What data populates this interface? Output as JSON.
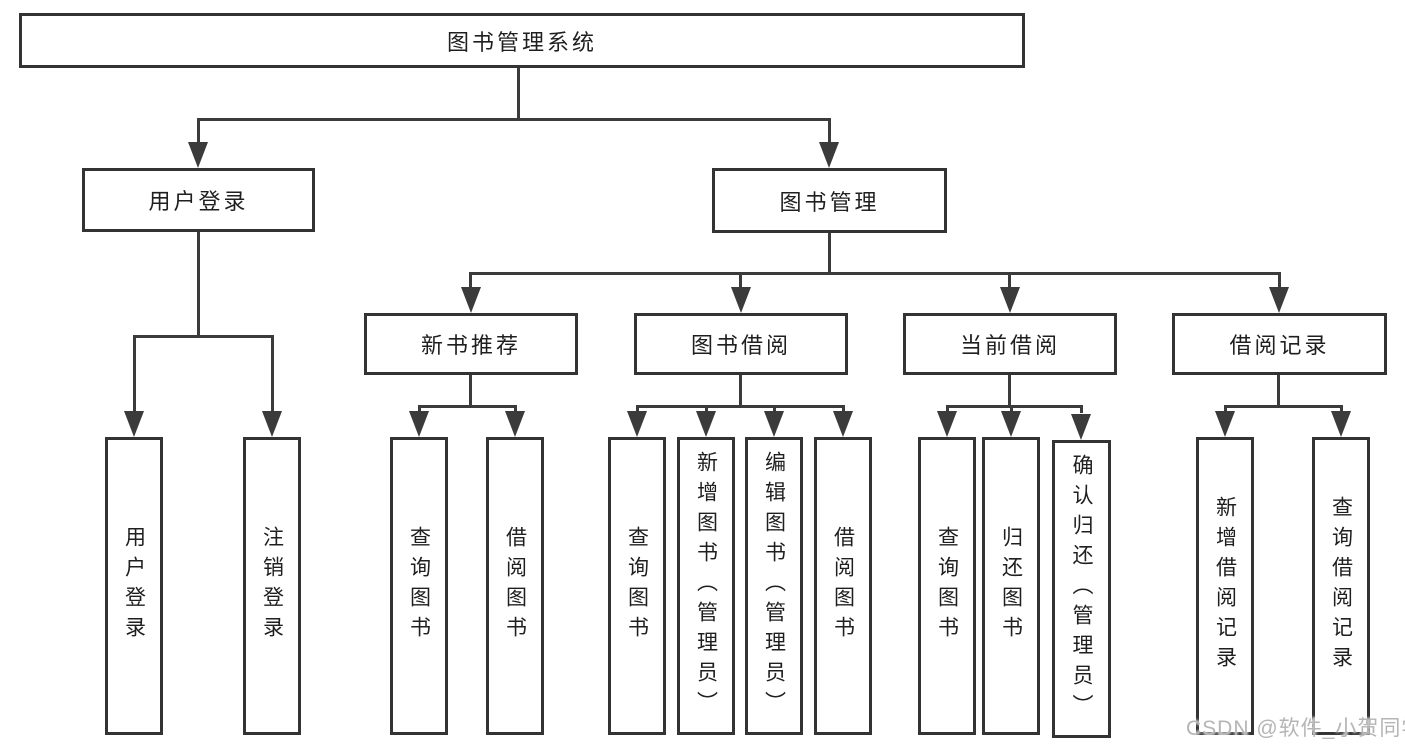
{
  "colors": {
    "line": "#3b3b3b",
    "border": "#333333",
    "text": "#1f1f1f",
    "wm": "#b5b5b5"
  },
  "diagram": {
    "root": {
      "label": "图书管理系统"
    },
    "branches": [
      {
        "label": "用户登录",
        "children": [
          {
            "label": "用户登录"
          },
          {
            "label": "注销登录"
          }
        ]
      },
      {
        "label": "图书管理",
        "children": [
          {
            "label": "新书推荐",
            "children": [
              {
                "label": "查询图书"
              },
              {
                "label": "借阅图书"
              }
            ]
          },
          {
            "label": "图书借阅",
            "children": [
              {
                "label": "查询图书"
              },
              {
                "label": "新增图书（管理员）"
              },
              {
                "label": "编辑图书（管理员）"
              },
              {
                "label": "借阅图书"
              }
            ]
          },
          {
            "label": "当前借阅",
            "children": [
              {
                "label": "查询图书"
              },
              {
                "label": "归还图书"
              },
              {
                "label": "确认归还（管理员）"
              }
            ]
          },
          {
            "label": "借阅记录",
            "children": [
              {
                "label": "新增借阅记录"
              },
              {
                "label": "查询借阅记录"
              }
            ]
          }
        ]
      }
    ],
    "watermark": "CSDN @软件_小贺同学"
  }
}
